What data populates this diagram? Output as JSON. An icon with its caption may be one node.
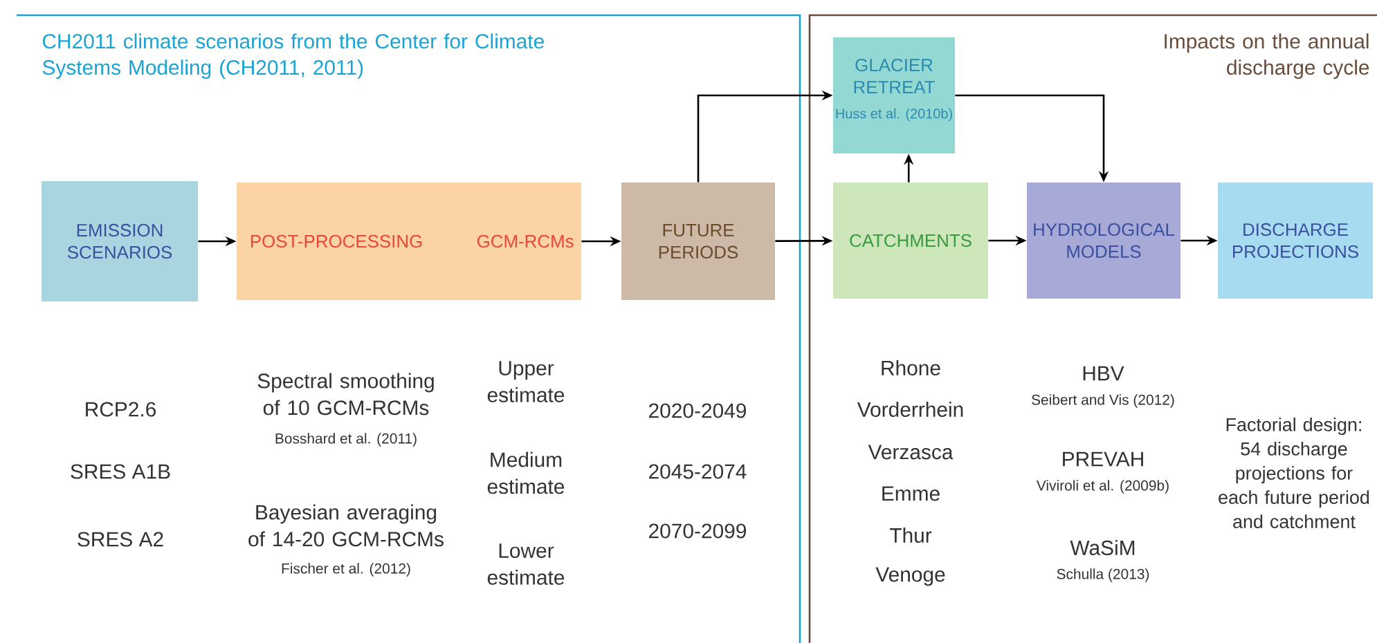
{
  "diagram": {
    "nodes": [
      {
        "text": [
          "CH2011 climate scenarios from the Center for Climate Systems Modeling (CH2011, 2011)"
        ]
      },
      {
        "text": [
          "EMISSION SCENARIOS"
        ],
        "in": 0
      },
      {
        "text": [
          "POST-PROCESSING",
          "GCM-RCMs"
        ],
        "in": 0
      },
      {
        "text": [
          "FUTURE PERIODS"
        ],
        "in": 0
      },
      {
        "text": [
          "Impacts on the annual discharge cycle"
        ]
      },
      {
        "text": [
          "GLACIER RETREAT",
          "Huss et al. (2010b)"
        ],
        "in": 4
      },
      {
        "text": [
          "CATCHMENTS"
        ],
        "in": 4
      },
      {
        "text": [
          "HYDROLOGICAL MODELS"
        ],
        "in": 4
      },
      {
        "text": [
          "DISCHARGE PROJECTIONS"
        ],
        "in": 4
      }
    ],
    "edges": [
      {
        "from": 1,
        "to": 2,
        "arrow": "to"
      },
      {
        "from": 2,
        "to": 3,
        "arrow": "to"
      },
      {
        "from": 3,
        "to": 5,
        "arrow": "to"
      },
      {
        "from": 3,
        "to": 6,
        "arrow": "to"
      },
      {
        "from": 6,
        "to": 5,
        "arrow": "to"
      },
      {
        "from": 5,
        "to": 7,
        "arrow": "to"
      },
      {
        "from": 6,
        "to": 7,
        "arrow": "to"
      },
      {
        "from": 7,
        "to": 8,
        "arrow": "to"
      }
    ],
    "labels": [
      "RCP2.6",
      "SRES A1B",
      "SRES A2",
      "Spectral smoothing of 10 GCM-RCMs",
      "Bosshard et al. (2011)",
      "Bayesian averaging of 14-20 GCM-RCMs",
      "Fischer et al. (2012)",
      "Upper estimate",
      "Medium estimate",
      "Lower estimate",
      "2020-2049",
      "2045-2074",
      "2070-2099",
      "Rhone",
      "Vorderrhein",
      "Verzasca",
      "Emme",
      "Thur",
      "Venoge",
      "HBV",
      "Seibert and Vis (2012)",
      "PREVAH",
      "Viviroli et al. (2009b)",
      "WaSiM",
      "Schulla (2013)",
      "Factorial design: 54 discharge projections for each future period and catchment"
    ]
  }
}
